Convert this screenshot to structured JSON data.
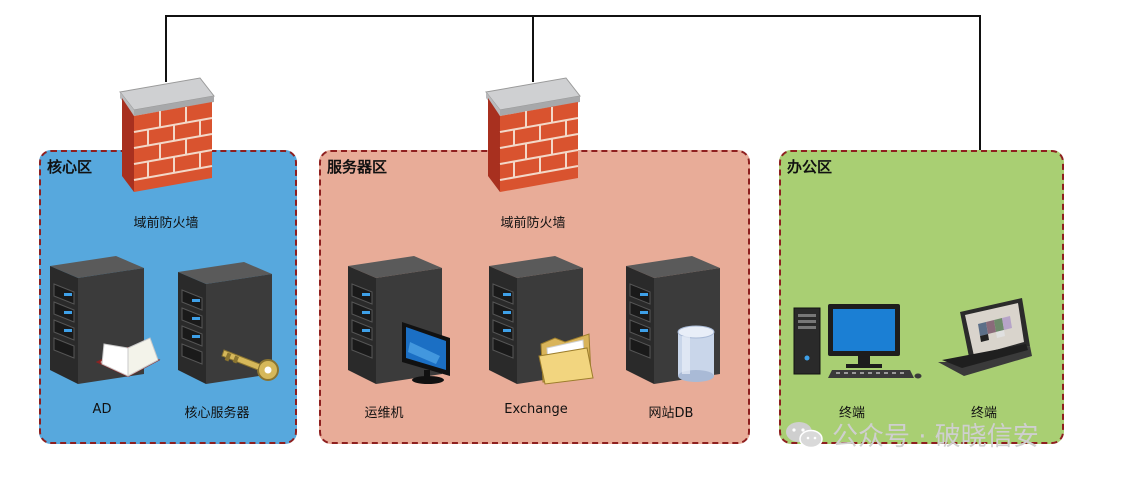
{
  "zones": {
    "core": {
      "title": "核心区",
      "color": "#57a8dd"
    },
    "server": {
      "title": "服务器区",
      "color": "#e8ac98"
    },
    "office": {
      "title": "办公区",
      "color": "#a9cf73"
    }
  },
  "firewalls": [
    {
      "label": "域前防火墙",
      "icon": "brick-firewall-icon"
    },
    {
      "label": "域前防火墙",
      "icon": "brick-firewall-icon"
    }
  ],
  "nodes": {
    "ad": {
      "label": "AD",
      "icon": "server-with-book-icon"
    },
    "core_srv": {
      "label": "核心服务器",
      "icon": "server-with-key-icon"
    },
    "ops": {
      "label": "运维机",
      "icon": "server-with-monitor-icon"
    },
    "exchange": {
      "label": "Exchange",
      "icon": "server-with-folder-icon"
    },
    "webdb": {
      "label": "网站DB",
      "icon": "server-with-database-icon"
    },
    "term1": {
      "label": "终端",
      "icon": "desktop-pc-icon"
    },
    "term2": {
      "label": "终端",
      "icon": "laptop-icon"
    }
  },
  "watermark": {
    "text": "公众号 · 破晓信安",
    "icon": "wechat-icon"
  }
}
